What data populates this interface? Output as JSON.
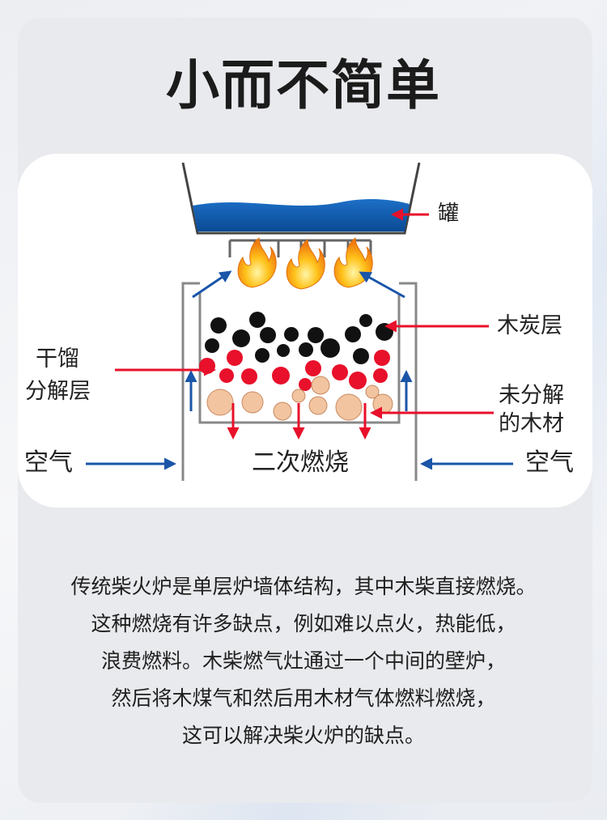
{
  "title": "小而不简单",
  "labels": {
    "pot": "罐",
    "charcoal": "木炭层",
    "dry": "干馏",
    "dry2": "分解层",
    "wood": "未分解",
    "wood2": "的木材",
    "air_left": "空气",
    "air_right": "空气",
    "secondary": "二次燃烧"
  },
  "description": [
    "传统柴火炉是单层炉墙体结构，其中木柴直接燃烧。",
    "这种燃烧有许多缺点，例如难以点火，热能低，",
    "浪费燃料。木柴燃气灶通过一个中间的壁炉，",
    "然后将木煤气和然后用木材气体燃料燃烧，",
    "这可以解决柴火炉的缺点。"
  ],
  "colors": {
    "charcoal": "#111111",
    "ember": "#e8102a",
    "wood": "#f2c4a0",
    "water": "#0c56a8",
    "red_arrow": "#e8102a",
    "blue_arrow": "#1a55a8"
  }
}
